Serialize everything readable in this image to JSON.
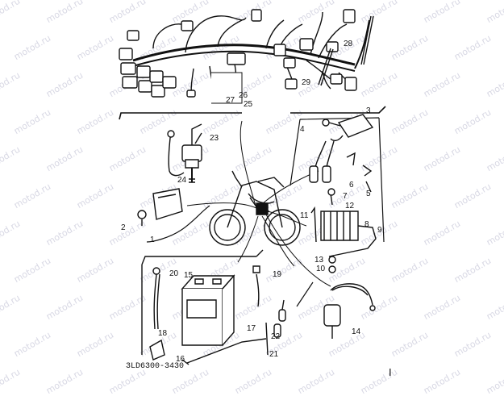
{
  "watermark": "motod.ru",
  "drawing_code": "3LD6300-3430",
  "corner_mark": "I",
  "callouts": {
    "c1": "1",
    "c2": "2",
    "c3": "3",
    "c4": "4",
    "c5": "5",
    "c6": "6",
    "c7": "7",
    "c8": "8",
    "c9": "9",
    "c10": "10",
    "c11": "11",
    "c12": "12",
    "c13": "13",
    "c14": "14",
    "c15": "15",
    "c16": "16",
    "c17": "17",
    "c18": "18",
    "c19": "19",
    "c20": "20",
    "c21": "21",
    "c22": "22",
    "c23": "23",
    "c24": "24",
    "c25": "25",
    "c26": "26",
    "c27": "27",
    "c28": "28",
    "c29": "29"
  }
}
